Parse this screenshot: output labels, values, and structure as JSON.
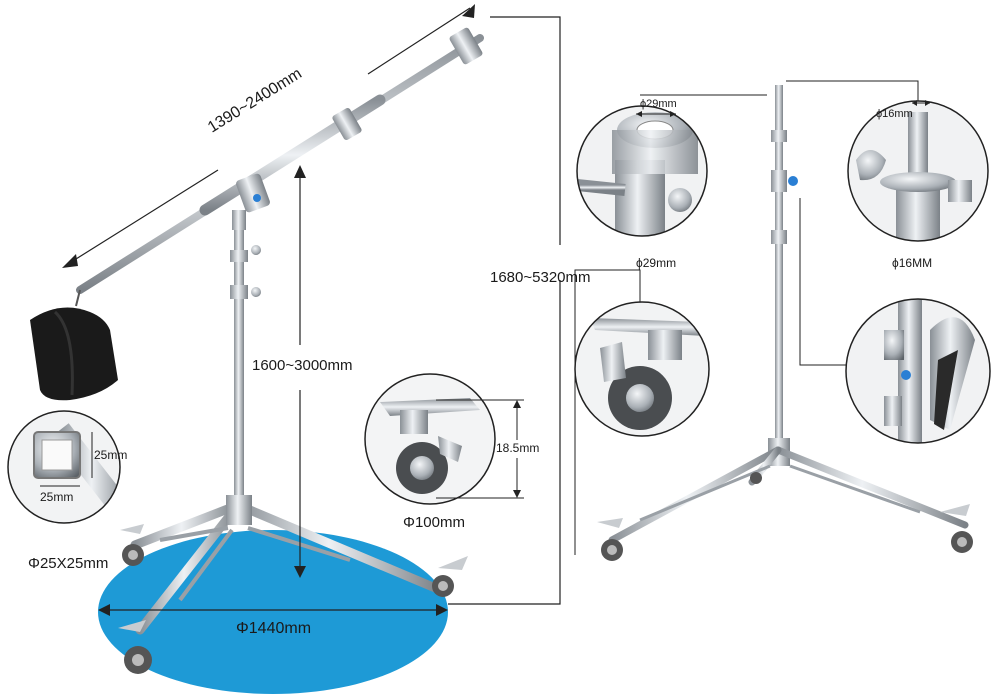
{
  "product": "Light stand with boom arm and wheeled base",
  "dimensions": {
    "boom_length": "1390~2400mm",
    "stand_height": "1600~3000mm",
    "max_height": "1680~5320mm",
    "base_diameter": "Φ1440mm",
    "wheel_diameter": "Φ100mm",
    "wheel_height": "18.5mm",
    "tube_size": "Φ25X25mm",
    "tube_width": "25mm",
    "tube_depth": "25mm",
    "receiver_label": "ϕ29mm",
    "receiver_caption": "ϕ29mm",
    "spigot_label": "ϕ16mm",
    "spigot_caption": "ϕ16MM"
  },
  "colors": {
    "base_ellipse": "#1e9ad6",
    "chrome": "#b9bec4",
    "chrome_dark": "#6f767d",
    "sandbag": "#1a1a1a",
    "line": "#222222",
    "accent_knob": "#2a7fd4"
  },
  "icons": [
    "arrow-icon",
    "magnifier-circle",
    "wheel-icon",
    "sandbag-icon"
  ]
}
